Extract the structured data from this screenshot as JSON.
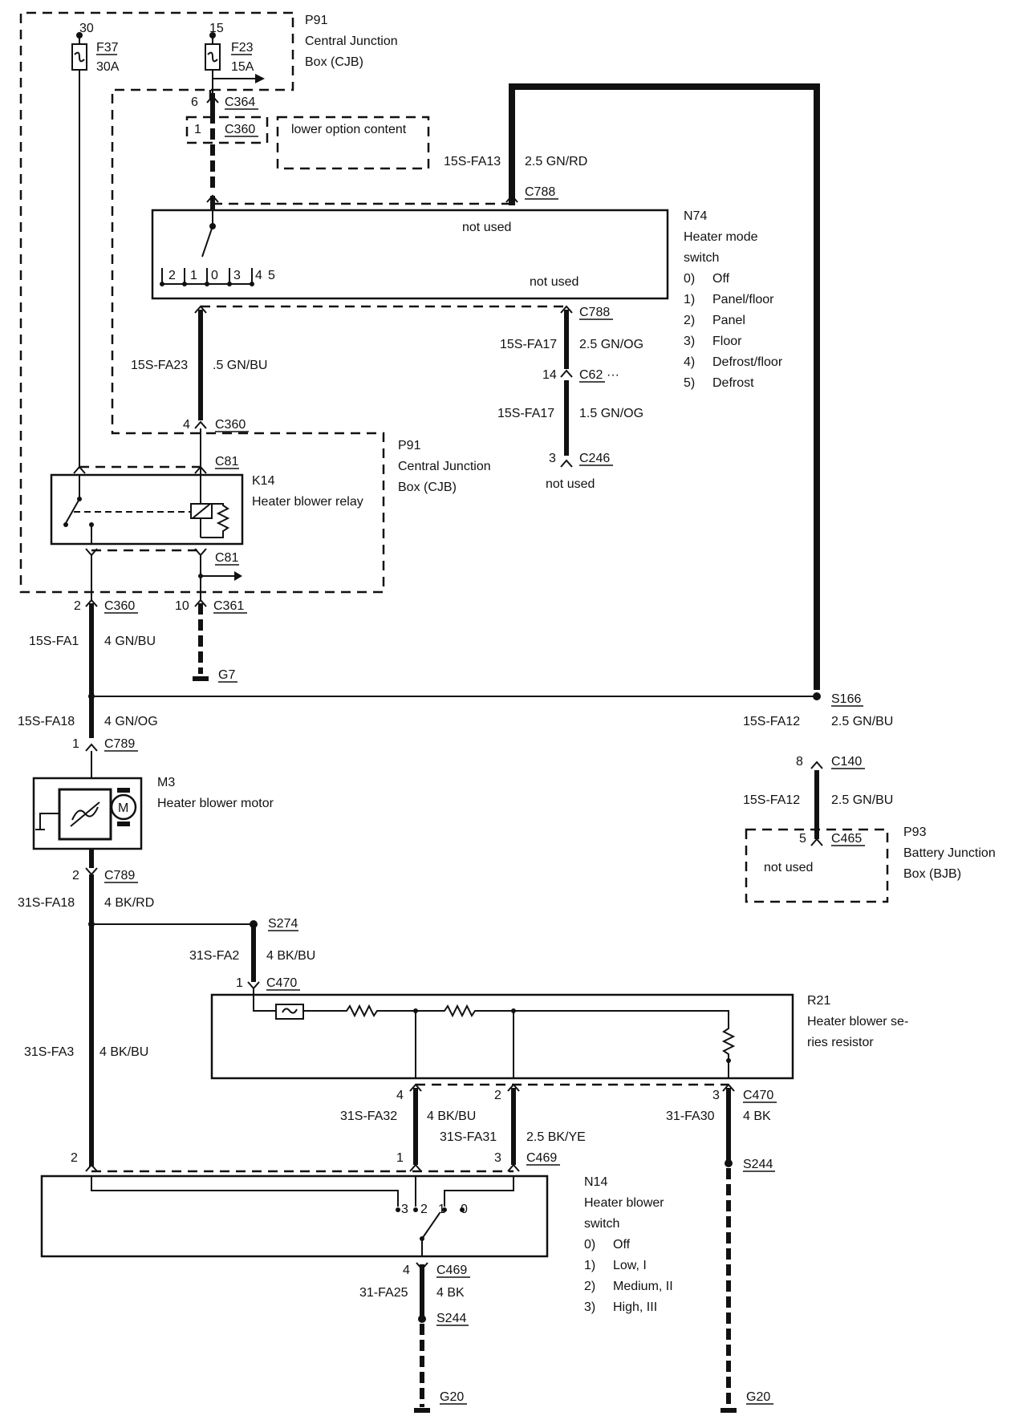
{
  "modules": {
    "p91_top": {
      "id": "P91",
      "line1": "Central Junction",
      "line2": "Box (CJB)"
    },
    "p91_mid": {
      "id": "P91",
      "line1": "Central Junction",
      "line2": "Box (CJB)"
    },
    "n74": {
      "id": "N74",
      "line1": "Heater mode",
      "line2": "switch",
      "not_used_top": "not used",
      "not_used_bottom": "not used"
    },
    "k14": {
      "id": "K14",
      "name": "Heater blower relay"
    },
    "m3": {
      "id": "M3",
      "name": "Heater blower motor",
      "motor_symbol": "M"
    },
    "p93": {
      "id": "P93",
      "line1": "Battery Junction",
      "line2": "Box (BJB)",
      "not_used": "not used"
    },
    "r21": {
      "id": "R21",
      "line1": "Heater blower se-",
      "line2": "ries resistor"
    },
    "n14": {
      "id": "N14",
      "line1": "Heater blower",
      "line2": "switch"
    }
  },
  "lower_option": "lower option content",
  "c246_not_used": "not used",
  "n74_positions": [
    {
      "num": "0)",
      "label": "Off"
    },
    {
      "num": "1)",
      "label": "Panel/floor"
    },
    {
      "num": "2)",
      "label": "Panel"
    },
    {
      "num": "3)",
      "label": "Floor"
    },
    {
      "num": "4)",
      "label": "Defrost/floor"
    },
    {
      "num": "5)",
      "label": "Defrost"
    }
  ],
  "n74_pins": [
    "2",
    "1",
    "0",
    "3",
    "4",
    "5"
  ],
  "n14_positions": [
    {
      "num": "0)",
      "label": "Off"
    },
    {
      "num": "1)",
      "label": "Low, I"
    },
    {
      "num": "2)",
      "label": "Medium, II"
    },
    {
      "num": "3)",
      "label": "High, III"
    }
  ],
  "n14_pins": [
    "3",
    "2",
    "1",
    "0"
  ],
  "fuses": {
    "f37": {
      "id": "F37",
      "rating": "30A",
      "terminal": "30"
    },
    "f23": {
      "id": "F23",
      "rating": "15A",
      "terminal": "15"
    }
  },
  "connectors": {
    "c364": {
      "pin": "6",
      "id": "C364"
    },
    "c360_a": {
      "pin": "1",
      "id": "C360"
    },
    "c788_top": {
      "id": "C788"
    },
    "c788_bottom": {
      "id": "C788"
    },
    "c62": {
      "pin": "14",
      "id": "C62",
      "suffix": "···"
    },
    "c246": {
      "pin": "3",
      "id": "C246"
    },
    "c360_b": {
      "pin": "4",
      "id": "C360"
    },
    "c81_a": {
      "id": "C81"
    },
    "c81_b": {
      "id": "C81"
    },
    "c360_c": {
      "pin": "2",
      "id": "C360"
    },
    "c361": {
      "pin": "10",
      "id": "C361"
    },
    "g7": {
      "id": "G7"
    },
    "s166": {
      "id": "S166"
    },
    "c789_a": {
      "pin": "1",
      "id": "C789"
    },
    "c140": {
      "pin": "8",
      "id": "C140"
    },
    "c465": {
      "pin": "5",
      "id": "C465"
    },
    "c789_b": {
      "pin": "2",
      "id": "C789"
    },
    "s274": {
      "id": "S274"
    },
    "c470_a": {
      "pin": "1",
      "id": "C470"
    },
    "r21_pin4": {
      "pin": "4"
    },
    "r21_pin2": {
      "pin": "2"
    },
    "c470_b": {
      "pin": "3",
      "id": "C470"
    },
    "s244_a": {
      "id": "S244"
    },
    "n14_pin2": {
      "pin": "2"
    },
    "n14_pin1": {
      "pin": "1"
    },
    "c469_a": {
      "pin": "3",
      "id": "C469"
    },
    "c469_b": {
      "pin": "4",
      "id": "C469"
    },
    "s244_b": {
      "id": "S244"
    },
    "g20_a": {
      "id": "G20"
    },
    "g20_b": {
      "id": "G20"
    }
  },
  "wires": {
    "fa13": {
      "circuit": "15S-FA13",
      "spec": "2.5 GN/RD"
    },
    "fa17_a": {
      "circuit": "15S-FA17",
      "spec": "2.5 GN/OG"
    },
    "fa17_b": {
      "circuit": "15S-FA17",
      "spec": "1.5 GN/OG"
    },
    "fa23": {
      "circuit": "15S-FA23",
      "spec": ".5 GN/BU"
    },
    "fa1": {
      "circuit": "15S-FA1",
      "spec": "4 GN/BU"
    },
    "fa18_gn": {
      "circuit": "15S-FA18",
      "spec": "4 GN/OG"
    },
    "fa12_a": {
      "circuit": "15S-FA12",
      "spec": "2.5 GN/BU"
    },
    "fa12_b": {
      "circuit": "15S-FA12",
      "spec": "2.5 GN/BU"
    },
    "fa18_bk": {
      "circuit": "31S-FA18",
      "spec": "4 BK/RD"
    },
    "fa2": {
      "circuit": "31S-FA2",
      "spec": "4 BK/BU"
    },
    "fa3": {
      "circuit": "31S-FA3",
      "spec": "4 BK/BU"
    },
    "fa32": {
      "circuit": "31S-FA32",
      "spec": "4 BK/BU"
    },
    "fa31": {
      "circuit": "31S-FA31",
      "spec": "2.5 BK/YE"
    },
    "fa30": {
      "circuit": "31-FA30",
      "spec": "4 BK"
    },
    "fa25": {
      "circuit": "31-FA25",
      "spec": "4 BK"
    }
  }
}
